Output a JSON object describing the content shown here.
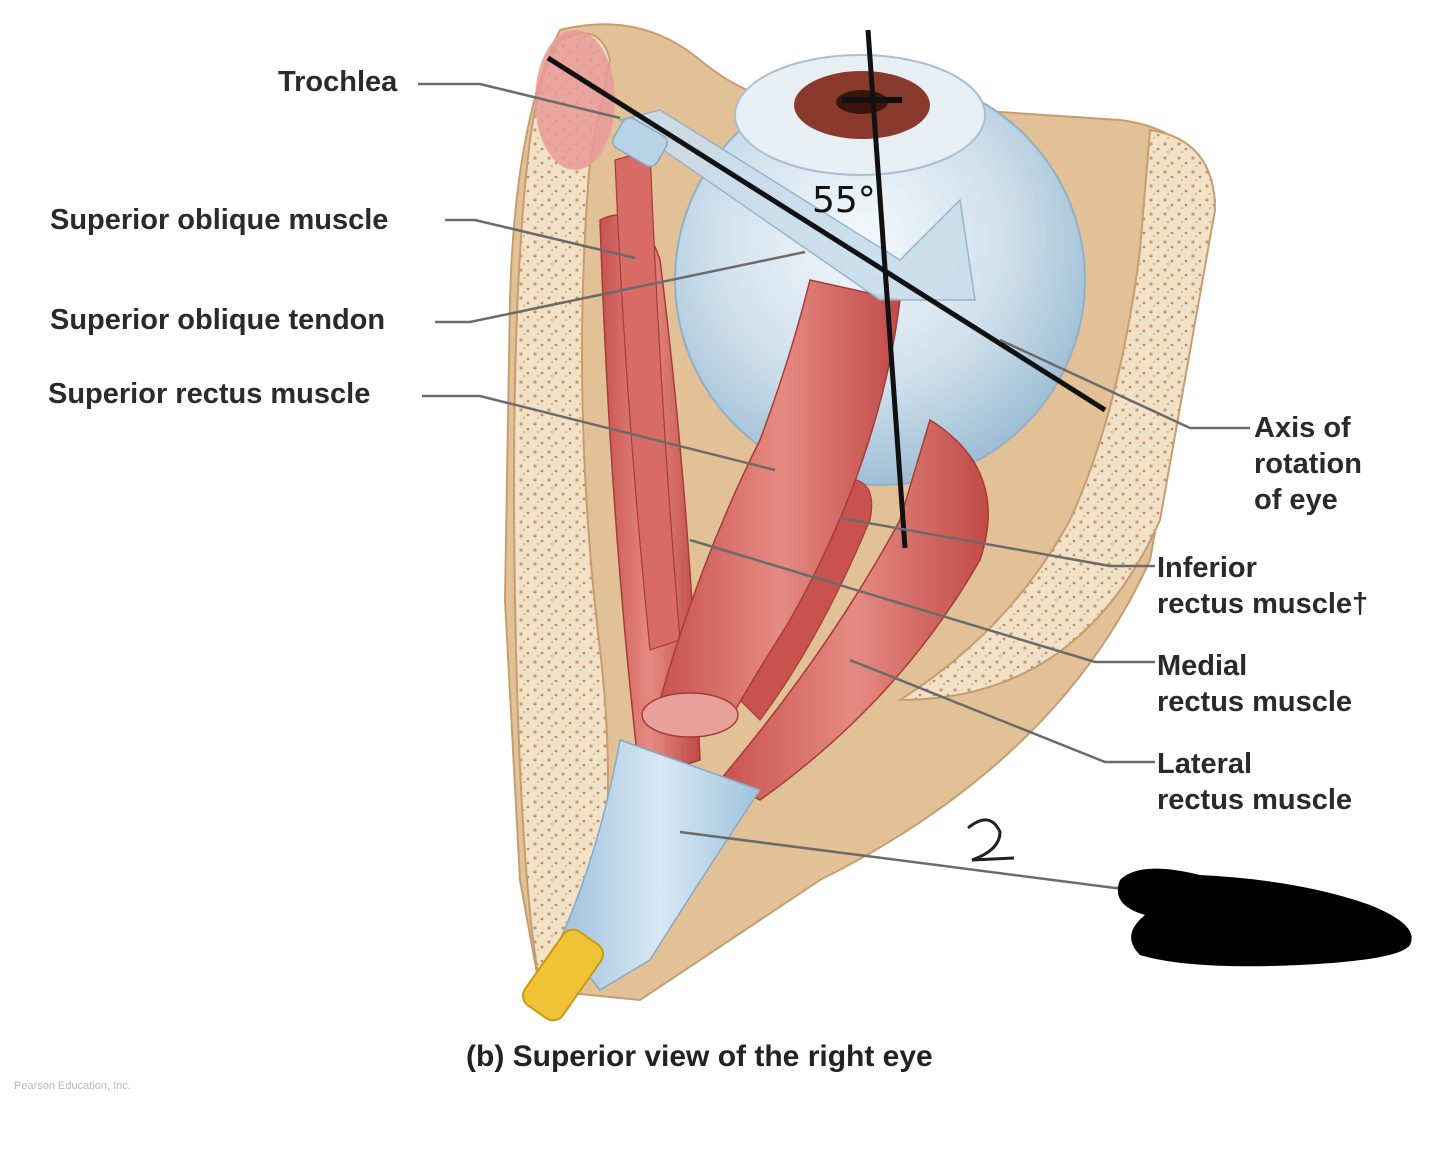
{
  "labels": {
    "trochlea": "Trochlea",
    "superior_oblique_muscle": "Superior oblique muscle",
    "superior_oblique_tendon": "Superior oblique tendon",
    "superior_rectus_muscle": "Superior rectus muscle",
    "axis_line1": "Axis of",
    "axis_line2": "rotation",
    "axis_line3": "of eye",
    "inferior_line1": "Inferior",
    "inferior_line2": "rectus muscle†",
    "medial_line1": "Medial",
    "medial_line2": "rectus muscle",
    "lateral_line1": "Lateral",
    "lateral_line2": "rectus muscle"
  },
  "annotations": {
    "angle": "55°",
    "handwritten": "2"
  },
  "caption": "(b) Superior view of the right eye",
  "credit": "Pearson Education, Inc."
}
